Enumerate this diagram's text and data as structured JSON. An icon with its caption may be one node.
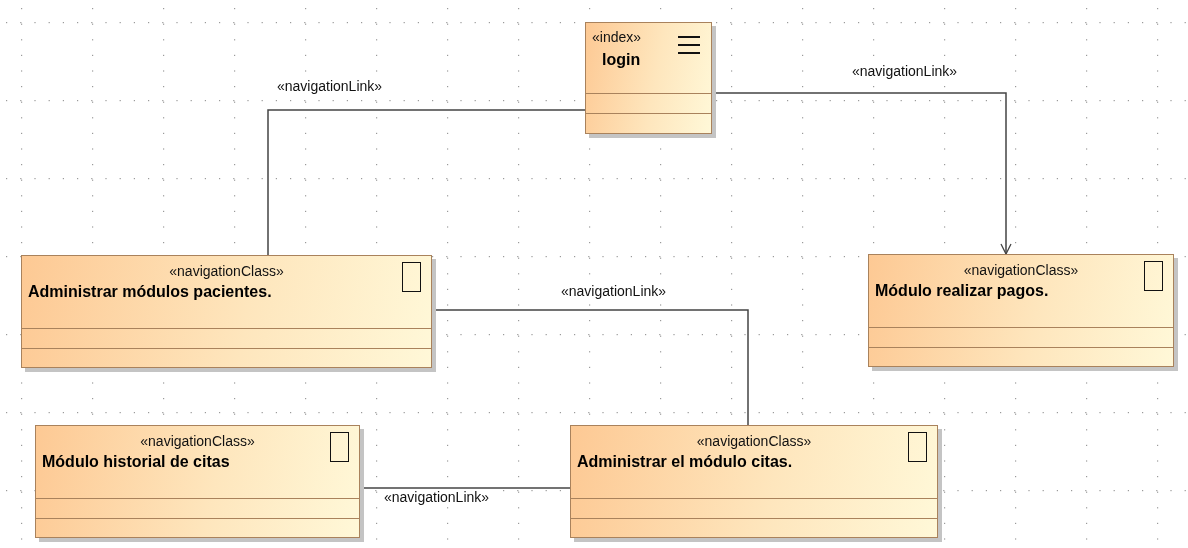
{
  "diagram": {
    "nodes": [
      {
        "text": [
          "«index»",
          "login"
        ]
      },
      {
        "text": [
          "«navigationClass»",
          "Administrar módulos pacientes."
        ]
      },
      {
        "text": [
          "«navigationClass»",
          "Módulo realizar pagos."
        ]
      },
      {
        "text": [
          "«navigationClass»",
          "Módulo historial de citas"
        ]
      },
      {
        "text": [
          "«navigationClass»",
          "Administrar el módulo citas."
        ]
      }
    ],
    "edges": [
      {
        "from": 0,
        "to": 1,
        "arrow": "none",
        "label": "«navigationLink»"
      },
      {
        "from": 0,
        "to": 2,
        "arrow": "to",
        "label": "«navigationLink»"
      },
      {
        "from": 1,
        "to": 4,
        "arrow": "none",
        "label": "«navigationLink»"
      },
      {
        "from": 3,
        "to": 4,
        "arrow": "none",
        "label": "«navigationLink»"
      }
    ]
  }
}
